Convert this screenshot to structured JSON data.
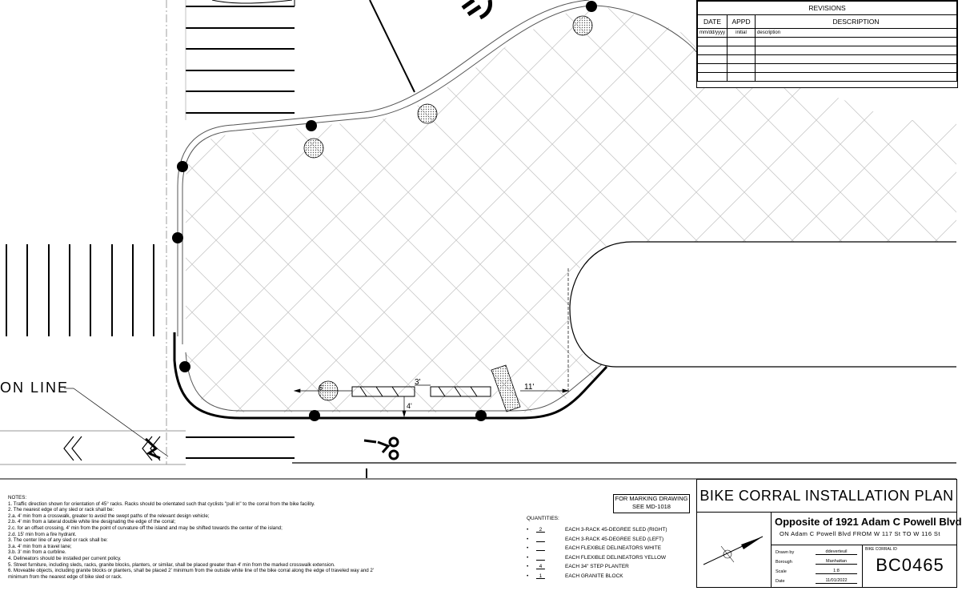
{
  "revisions": {
    "title": "REVISIONS",
    "headers": [
      "DATE",
      "APPD",
      "DESCRIPTION"
    ],
    "first_row": [
      "mm/dd/yyyy",
      "initial",
      "description"
    ],
    "empty_rows": 5
  },
  "plan": {
    "dim_label_1": "3'",
    "dim_label_2": "11'",
    "dim_label_3": "6'",
    "dim_label_4": "4'",
    "text_on_line": "ON LINE"
  },
  "notes": {
    "title": "NOTES:",
    "lines": [
      "1.  Traffic direction shown for orientation of 45° racks. Racks should be orientated such that cyclists \"pull in\" to the corral from the bike facility.",
      "2.  The nearest edge of any sled or rack shall be:",
      " 2.a.   4' min from a crosswalk, greater to avoid the swept paths of the relevant design vehicle;",
      " 2.b.   4' min from a lateral double white line designating the edge of the corral;",
      " 2.c.   for an offset crossing, 4' min from the point of curvature off the island and may be shifted towards the center of the island;",
      " 2.d.   15' min from a fire hydrant.",
      "3.  The center line of any sled or rack shall be:",
      " 3.a.   4' min from a travel lane;",
      " 3.b.   3' min from a curbline.",
      "4.  Delineators should be installed per current policy.",
      "5.  Street furniture, including sleds, racks, granite blocks, planters, or similar, shall be placed greater than 4' min from the marked crosswalk extension.",
      "6.  Moveable objects, including granite blocks or planters, shall be placed 2' minimum from the outside white line of the bike corral along the edge of traveled way and 2'",
      "     minimum from the nearest edge of bike sled or rack."
    ]
  },
  "marking": {
    "line1": "FOR MARKING DRAWING",
    "line2": "SEE MD-1018"
  },
  "quantities": {
    "title": "QUANTITIES:",
    "items": [
      {
        "count": "_2_",
        "desc": "EACH 3-RACK 45-DEGREE SLED (RIGHT)"
      },
      {
        "count": "___",
        "desc": "EACH 3-RACK 45-DEGREE SLED (LEFT)"
      },
      {
        "count": "___",
        "desc": "EACH FLEXIBLE DELINEATORS WHITE"
      },
      {
        "count": "___",
        "desc": "EACH FLEXIBLE DELINEATORS YELLOW"
      },
      {
        "count": "_4_",
        "desc": "EACH 34\" STEP PLANTER"
      },
      {
        "count": "_1_",
        "desc": "EACH GRANITE BLOCK"
      }
    ]
  },
  "title_block": {
    "title": "BIKE CORRAL INSTALLATION PLAN",
    "location": "Opposite of 1921 Adam C Powell Blvd",
    "sub_location": "ON Adam C Powell Blvd FROM W 117 St TO W 116 St",
    "info": [
      {
        "key": "Drawn by",
        "value": "ddeverteuil"
      },
      {
        "key": "Borough",
        "value": "Manhattan"
      },
      {
        "key": "Scale",
        "value": "1:8"
      },
      {
        "key": "Date",
        "value": "11/01/2022"
      }
    ],
    "id_label": "BIKE CORRAL ID",
    "id_value": "BC0465"
  }
}
